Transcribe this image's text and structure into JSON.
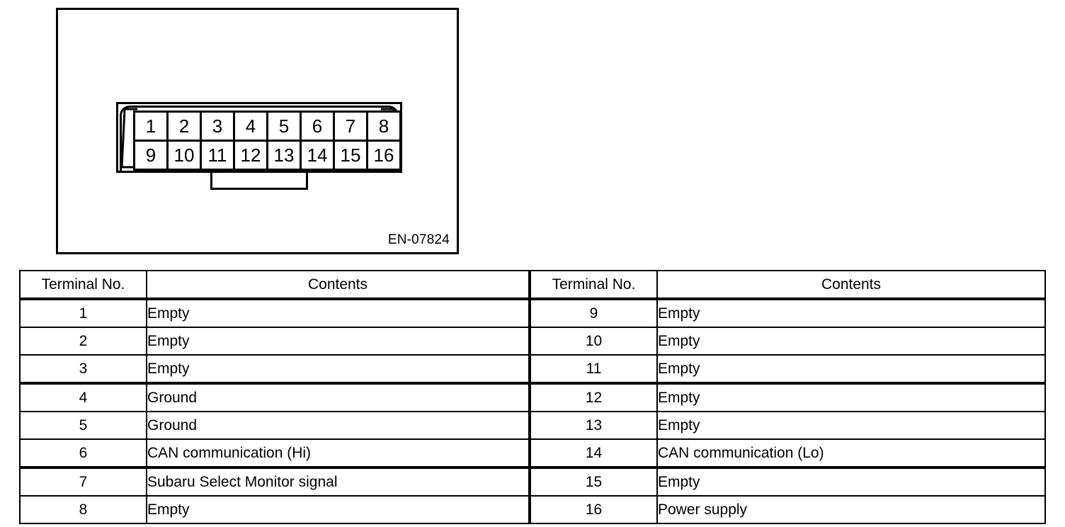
{
  "figure": {
    "code": "EN-07824",
    "connector": {
      "name": "obd-diagnosis-connector",
      "top_row_pins": [
        "1",
        "2",
        "3",
        "4",
        "5",
        "6",
        "7",
        "8"
      ],
      "bottom_row_pins": [
        "9",
        "10",
        "11",
        "12",
        "13",
        "14",
        "15",
        "16"
      ]
    }
  },
  "tables": {
    "headers": {
      "terminal": "Terminal No.",
      "contents": "Contents"
    },
    "left": [
      {
        "terminal": "1",
        "contents": "Empty"
      },
      {
        "terminal": "2",
        "contents": "Empty"
      },
      {
        "terminal": "3",
        "contents": "Empty"
      },
      {
        "terminal": "4",
        "contents": "Ground"
      },
      {
        "terminal": "5",
        "contents": "Ground"
      },
      {
        "terminal": "6",
        "contents": "CAN communication (Hi)"
      },
      {
        "terminal": "7",
        "contents": "Subaru Select Monitor signal"
      },
      {
        "terminal": "8",
        "contents": "Empty"
      }
    ],
    "right": [
      {
        "terminal": "9",
        "contents": "Empty"
      },
      {
        "terminal": "10",
        "contents": "Empty"
      },
      {
        "terminal": "11",
        "contents": "Empty"
      },
      {
        "terminal": "12",
        "contents": "Empty"
      },
      {
        "terminal": "13",
        "contents": "Empty"
      },
      {
        "terminal": "14",
        "contents": "CAN communication (Lo)"
      },
      {
        "terminal": "15",
        "contents": "Empty"
      },
      {
        "terminal": "16",
        "contents": "Power supply"
      }
    ]
  },
  "colors": {
    "ink": "#000000",
    "paper": "#ffffff"
  }
}
